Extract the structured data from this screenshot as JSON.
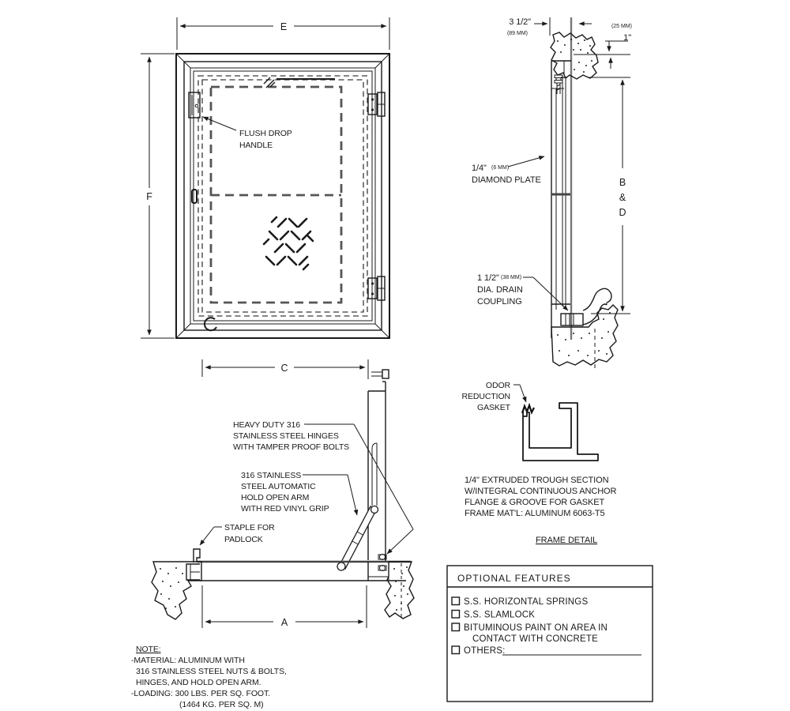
{
  "plan_view": {
    "dim_width": "E",
    "dim_height": "F",
    "handle_label": [
      "FLUSH DROP",
      "HANDLE"
    ]
  },
  "section_frame": {
    "dim_frame_depth": "3 1/2\"",
    "dim_frame_depth_mm": "(89 MM)",
    "dim_recess_mm": "(25 MM)",
    "dim_recess": "1\"",
    "plate_label": [
      "1/4\"",
      "(6 MM)",
      "DIAMOND PLATE"
    ],
    "dim_opening": [
      "B",
      "&",
      "D"
    ],
    "drain_label": [
      "1 1/2\"",
      "(38 MM)",
      "DIA. DRAIN",
      "COUPLING"
    ]
  },
  "section_open": {
    "dim_c": "C",
    "dim_a": "A",
    "hinge_label": [
      "HEAVY DUTY 316",
      "STAINLESS STEEL HINGES",
      "WITH TAMPER PROOF BOLTS"
    ],
    "arm_label": [
      "316 STAINLESS",
      "STEEL AUTOMATIC",
      "HOLD OPEN ARM",
      "WITH RED VINYL GRIP"
    ],
    "staple_label": [
      "STAPLE FOR",
      "PADLOCK"
    ]
  },
  "frame_detail": {
    "gasket_label": [
      "ODOR",
      "REDUCTION",
      "GASKET"
    ],
    "description": [
      "1/4\" EXTRUDED TROUGH SECTION",
      "W/INTEGRAL CONTINUOUS ANCHOR",
      "FLANGE & GROOVE FOR GASKET",
      "FRAME MAT'L: ALUMINUM 6063-T5"
    ],
    "caption": "FRAME DETAIL"
  },
  "optional_features": {
    "title": "OPTIONAL FEATURES",
    "items": [
      {
        "label": "S.S. HORIZONTAL SPRINGS",
        "checked": false
      },
      {
        "label": "S.S. SLAMLOCK",
        "checked": false
      },
      {
        "label": "BITUMINOUS PAINT ON AREA IN",
        "label_line2": "CONTACT WITH CONCRETE",
        "checked": false
      },
      {
        "label": "OTHERS:",
        "checked": false
      }
    ]
  },
  "note": {
    "heading": "NOTE:",
    "lines": [
      "-MATERIAL: ALUMINUM WITH",
      "316 STAINLESS STEEL NUTS & BOLTS,",
      "HINGES, AND HOLD OPEN ARM.",
      "-LOADING: 300 LBS. PER SQ. FOOT.",
      "(1464 KG. PER SQ. M)"
    ]
  },
  "colors": {
    "ink": "#1a1a1a",
    "heavy_dash": "#555555",
    "section_wall": "#787878",
    "background": "#ffffff"
  }
}
